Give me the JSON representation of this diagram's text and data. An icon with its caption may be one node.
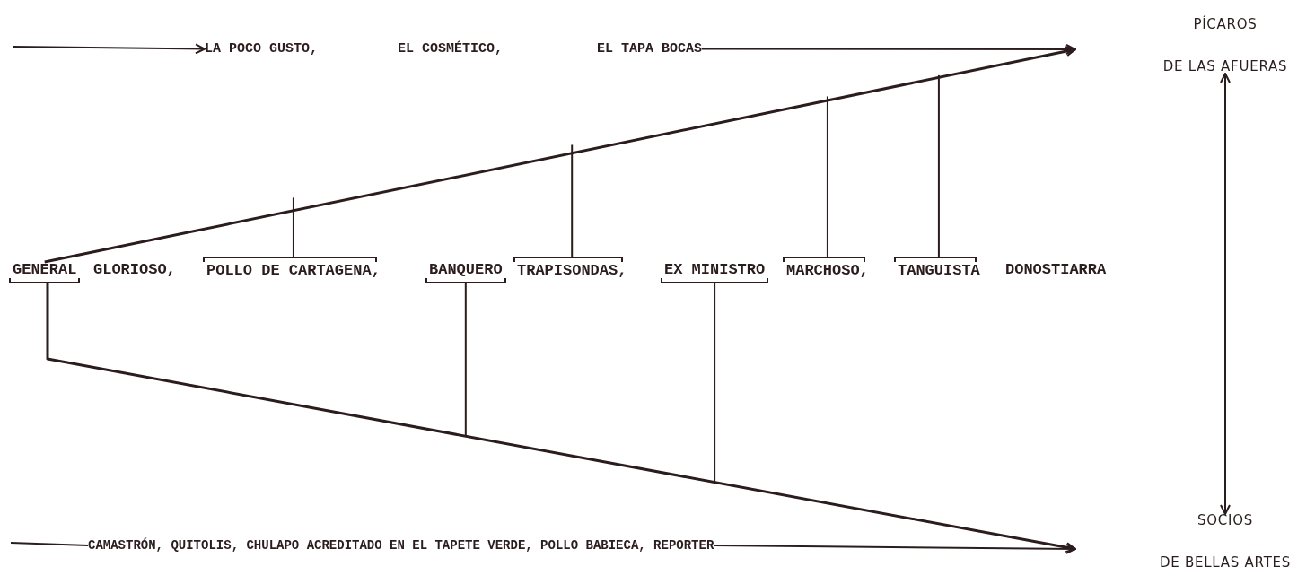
{
  "diagram": {
    "nodes": [
      {
        "text": [
          "LA POCO GUSTO,"
        ]
      },
      {
        "text": [
          "EL TAPA BOCAS"
        ]
      },
      {
        "text": [
          "PÍCAROS",
          "DE LAS AFUERAS"
        ]
      },
      {
        "text": [
          "GENERAL"
        ]
      },
      {
        "text": [
          "POLLO DE CARTAGENA,"
        ]
      },
      {
        "text": [
          "BANQUERO"
        ]
      },
      {
        "text": [
          "TRAPISONDAS,"
        ]
      },
      {
        "text": [
          "EX MINISTRO"
        ]
      },
      {
        "text": [
          "MARCHOSO,"
        ]
      },
      {
        "text": [
          "TANGUISTA"
        ]
      },
      {
        "text": [
          "CAMASTRÓN, QUITOLIS, CHULAPO ACREDITADO EN EL TAPETE VERDE, POLLO BABIECA, REPORTER"
        ]
      },
      {
        "text": [
          "SOCIOS",
          "DE BELLAS ARTES"
        ]
      }
    ],
    "edges": [
      {
        "from": null,
        "to": 0,
        "arrow": "to"
      },
      {
        "from": 1,
        "to": null,
        "arrow": "to"
      },
      {
        "from": 2,
        "to": 11,
        "arrow": "both"
      },
      {
        "from": 3,
        "to": null,
        "arrow": "to"
      },
      {
        "from": 3,
        "to": null,
        "arrow": "to"
      },
      {
        "from": 4,
        "to": null,
        "arrow": "none"
      },
      {
        "from": 5,
        "to": null,
        "arrow": "none"
      },
      {
        "from": 6,
        "to": null,
        "arrow": "none"
      },
      {
        "from": 7,
        "to": null,
        "arrow": "none"
      },
      {
        "from": 8,
        "to": null,
        "arrow": "none"
      },
      {
        "from": 9,
        "to": null,
        "arrow": "none"
      },
      {
        "from": null,
        "to": 10,
        "arrow": "none"
      },
      {
        "from": 10,
        "to": null,
        "arrow": "to"
      }
    ],
    "labels": [
      "EL COSMÉTICO,",
      "GLORIOSO,",
      "DONOSTIARRA"
    ]
  }
}
